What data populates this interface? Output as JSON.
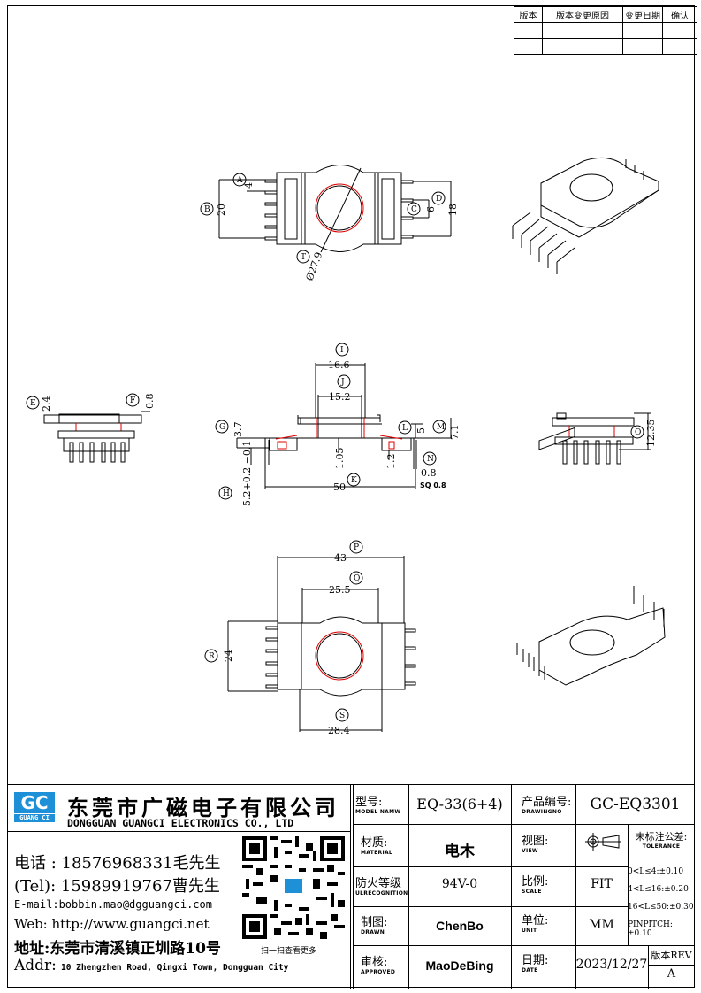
{
  "revision_table": {
    "headers": [
      "版本",
      "版本变更原因",
      "变更日期",
      "确认"
    ],
    "rows": [
      [
        "",
        "",
        "",
        ""
      ],
      [
        "",
        "",
        "",
        ""
      ]
    ]
  },
  "dimensions": {
    "top_view": {
      "A": {
        "balloon": "A",
        "value": "4"
      },
      "B": {
        "balloon": "B",
        "value": "20"
      },
      "C": {
        "balloon": "C",
        "value": "6"
      },
      "D": {
        "balloon": "D",
        "value": "18"
      },
      "T": {
        "balloon": "T",
        "value": "Ø27.9"
      }
    },
    "left_side_view": {
      "E": {
        "balloon": "E",
        "value": "2.4"
      },
      "F": {
        "balloon": "F",
        "value": "0.8"
      }
    },
    "front_view": {
      "G": {
        "balloon": "G",
        "value": "3.7"
      },
      "H": {
        "balloon": "H",
        "value": "5.2+0.2 −0.1"
      },
      "I": {
        "balloon": "I",
        "value": "16.6"
      },
      "J": {
        "balloon": "J",
        "value": "15.2"
      },
      "K": {
        "balloon": "K",
        "value": "50"
      },
      "L": {
        "balloon": "L",
        "value": "5"
      },
      "M": {
        "balloon": "M",
        "value": "7.1"
      },
      "N": {
        "balloon": "N",
        "value": "0.8"
      },
      "pin_note": "SQ 0.8",
      "inner_1": "1.05",
      "inner_2": "1.2"
    },
    "right_side_view": {
      "O": {
        "balloon": "O",
        "value": "12.35"
      }
    },
    "bottom_view": {
      "P": {
        "balloon": "P",
        "value": "43"
      },
      "Q": {
        "balloon": "Q",
        "value": "25.5"
      },
      "R": {
        "balloon": "R",
        "value": "24"
      },
      "S": {
        "balloon": "S",
        "value": "28.4"
      }
    }
  },
  "company": {
    "logo_text": "GC",
    "logo_sub": "GUANG CI",
    "name_cn": "东莞市广磁电子有限公司",
    "name_en": "DONGGUAN GUANGCI ELECTRONICS CO., LTD",
    "phone_label": "电话 :",
    "phone1": "18576968331毛先生",
    "tel_label": "(Tel):",
    "phone2": "15989919767曹先生",
    "email": "E-mail:bobbin.mao@dgguangci.com",
    "web": "Web: http://www.guangci.net",
    "addr_cn": "地址:东莞市清溪镇正圳路10号",
    "addr_label": "Addr:",
    "addr_en": "10 Zhengzhen Road, Qingxi Town, Dongguan City",
    "qr_caption": "扫一扫查看更多"
  },
  "title_block": {
    "model": {
      "label_cn": "型号:",
      "label_en": "MODEL NAMW",
      "value": "EQ-33(6+4)"
    },
    "drawing_no": {
      "label_cn": "产品编号:",
      "label_en": "DRAWINGNO",
      "value": "GC-EQ3301"
    },
    "material": {
      "label_cn": "材质:",
      "label_en": "MATERIAL",
      "value": "电木"
    },
    "view": {
      "label_cn": "视图:",
      "label_en": "VIEW",
      "value": "first-angle-projection-symbol"
    },
    "tolerance": {
      "label_cn": "未标注公差:",
      "label_en": "TOLERANCE",
      "lines": [
        "0<L≤4:±0.10",
        "4<L≤16:±0.20",
        "16<L≤50:±0.30",
        "PINPITCH:±0.10"
      ]
    },
    "flammability": {
      "label_cn": "防火等级",
      "label_en": "ULRECOGNITION",
      "value": "94V-0"
    },
    "scale": {
      "label_cn": "比例:",
      "label_en": "SCALE",
      "value": "FIT"
    },
    "drawn": {
      "label_cn": "制图:",
      "label_en": "DRAWN",
      "value": "ChenBo"
    },
    "unit": {
      "label_cn": "单位:",
      "label_en": "UNIT",
      "value": "MM"
    },
    "approved": {
      "label_cn": "审核:",
      "label_en": "APPROVED",
      "value": "MaoDeBing"
    },
    "date": {
      "label_cn": "日期:",
      "label_en": "DATE",
      "value": "2023/12/27"
    },
    "revision": {
      "label": "版本REV",
      "value": "A"
    }
  },
  "colors": {
    "line": "#000000",
    "hidden_red": "#e00000",
    "logo_blue": "#1e90d8"
  }
}
